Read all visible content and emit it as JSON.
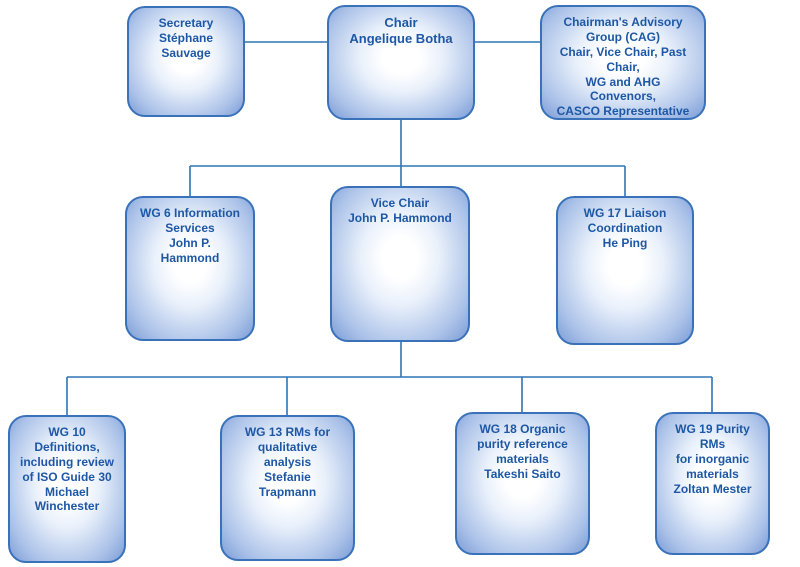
{
  "diagram": {
    "type": "org-chart",
    "colors": {
      "node_border": "#3a72ba",
      "node_fill_edge": "#7b9cd7",
      "node_fill_center": "#ffffff",
      "text": "#1d57a5",
      "connector": "#2e75b6"
    },
    "nodes": {
      "secretary": {
        "text": "Secretary\nStéphane\nSauvage"
      },
      "chair": {
        "text": "Chair\nAngelique Botha"
      },
      "advisory_group": {
        "text": "Chairman's Advisory\nGroup (CAG)\nChair, Vice Chair, Past\nChair,\nWG and AHG\nConvenors,\nCASCO Representative"
      },
      "wg6": {
        "text": "WG 6 Information\nServices\nJohn P.\nHammond"
      },
      "vice_chair": {
        "text": "Vice Chair\nJohn P. Hammond"
      },
      "wg17": {
        "text": "WG 17 Liaison\nCoordination\nHe Ping"
      },
      "wg10": {
        "text": "WG 10\nDefinitions,\nincluding review\nof ISO Guide 30\nMichael\nWinchester"
      },
      "wg13": {
        "text": "WG 13 RMs for\nqualitative\nanalysis\nStefanie\nTrapmann"
      },
      "wg18": {
        "text": "WG 18 Organic\npurity reference\nmaterials\nTakeshi Saito"
      },
      "wg19": {
        "text": "WG 19 Purity RMs\nfor inorganic\nmaterials\nZoltan Mester"
      }
    }
  }
}
